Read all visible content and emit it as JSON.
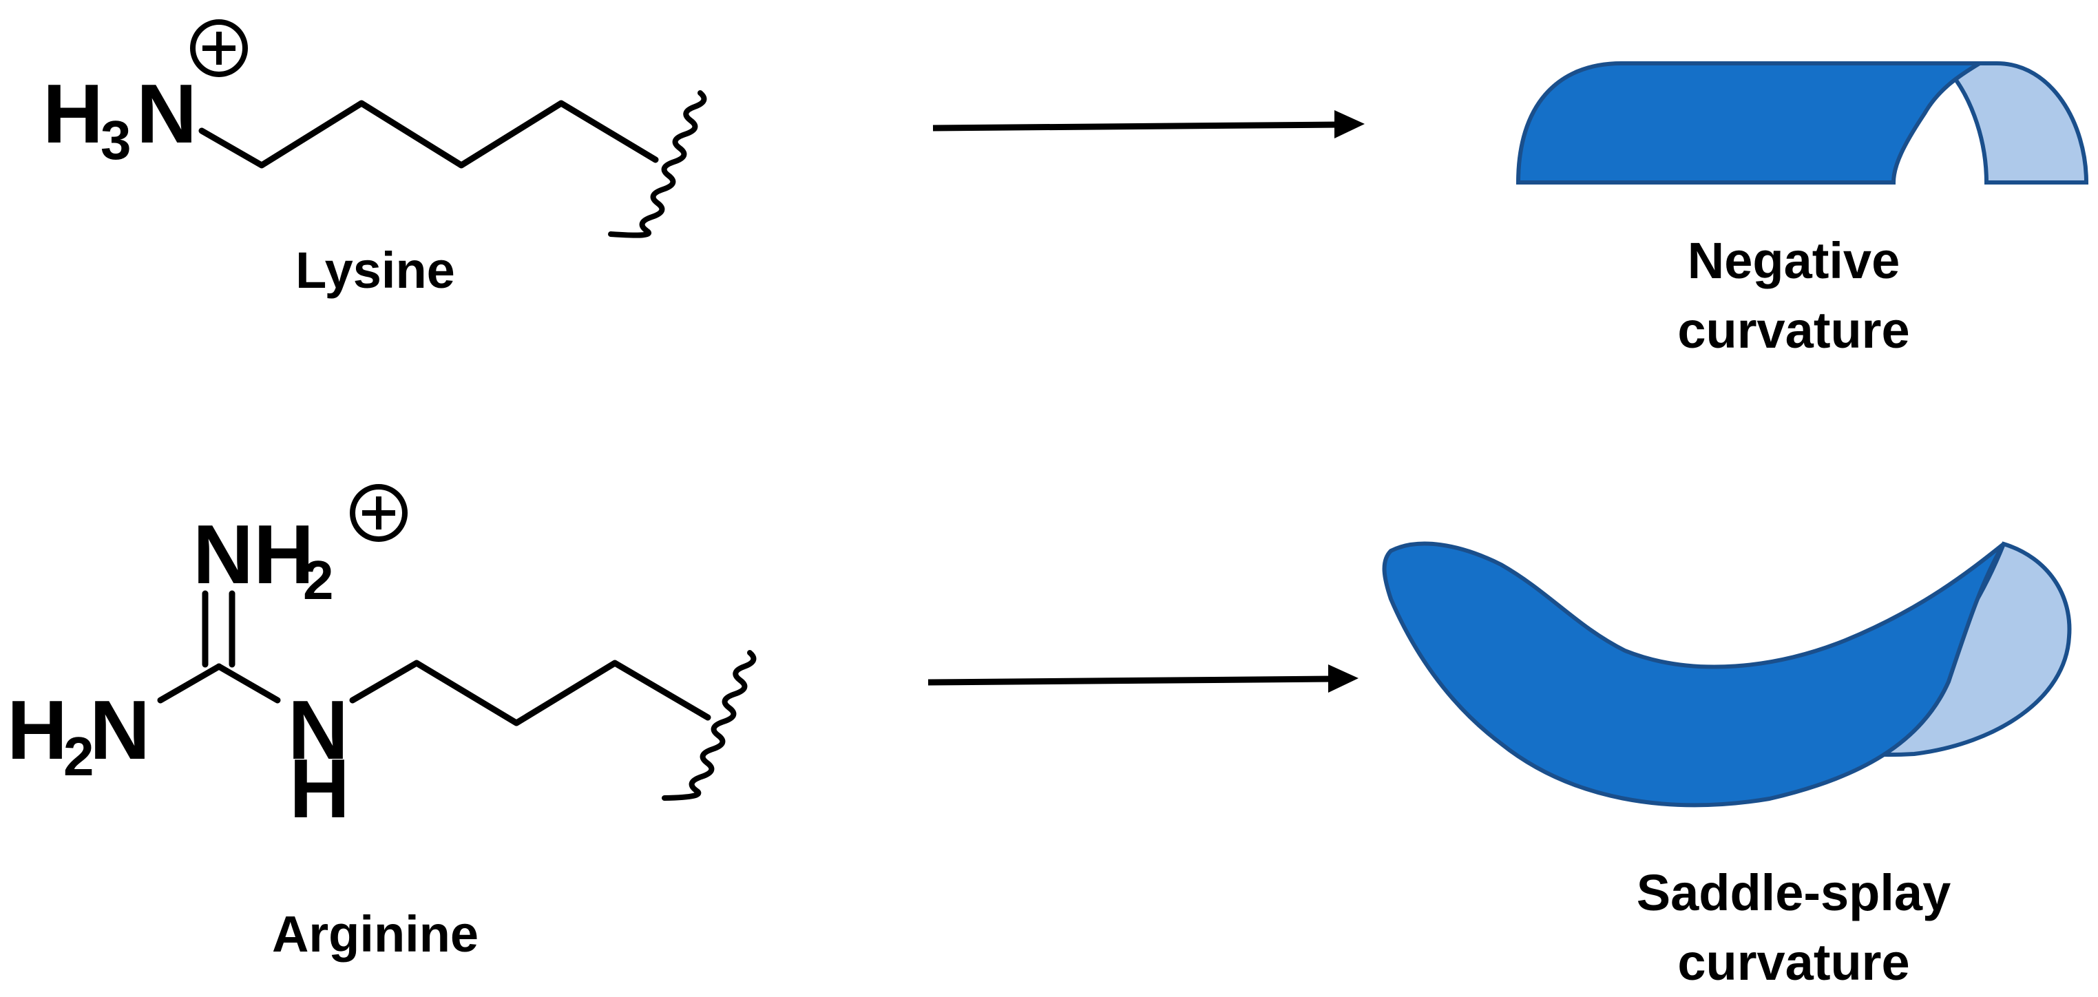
{
  "lysine": {
    "name": "Lysine",
    "amine": {
      "h": "H",
      "sub": "3",
      "n": "N"
    },
    "charge_symbol": "+"
  },
  "arginine": {
    "name": "Arginine",
    "top_group": {
      "n": "NH",
      "sub": "2"
    },
    "left_group": {
      "h": "H",
      "sub": "2",
      "n": "N"
    },
    "nh_n": "N",
    "nh_h": "H",
    "charge_symbol": "+"
  },
  "negative_curvature": {
    "label_line1": "Negative",
    "label_line2": "curvature"
  },
  "saddle_splay_curvature": {
    "label_line1": "Saddle-splay",
    "label_line2": "curvature"
  },
  "colors": {
    "shape_dark": "#1570c8",
    "shape_light": "#aec9ea",
    "shape_outline": "#1a4f8c"
  }
}
